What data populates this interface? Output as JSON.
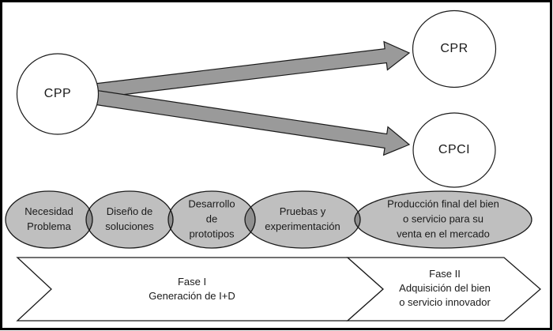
{
  "figure": {
    "nodes": {
      "cpp": "CPP",
      "cpr": "CPR",
      "cpci": "CPCI"
    },
    "stages": [
      "Necesidad\nProblema",
      "Diseño de\nsoluciones",
      "Desarrollo\nde\nprototipos",
      "Pruebas y\nexperimentación",
      "Producción final del bien\no servicio para su\nventa en el mercado"
    ],
    "phases": [
      "Fase I\nGeneración de I+D",
      "Fase II\nAdquisición del bien\no servicio innovador"
    ],
    "colors": {
      "arrow_fill": "#9a9a9a",
      "stage_fill": "rgba(0,0,0,0.25)",
      "outline": "#1a1a1a",
      "background": "#ffffff"
    }
  }
}
